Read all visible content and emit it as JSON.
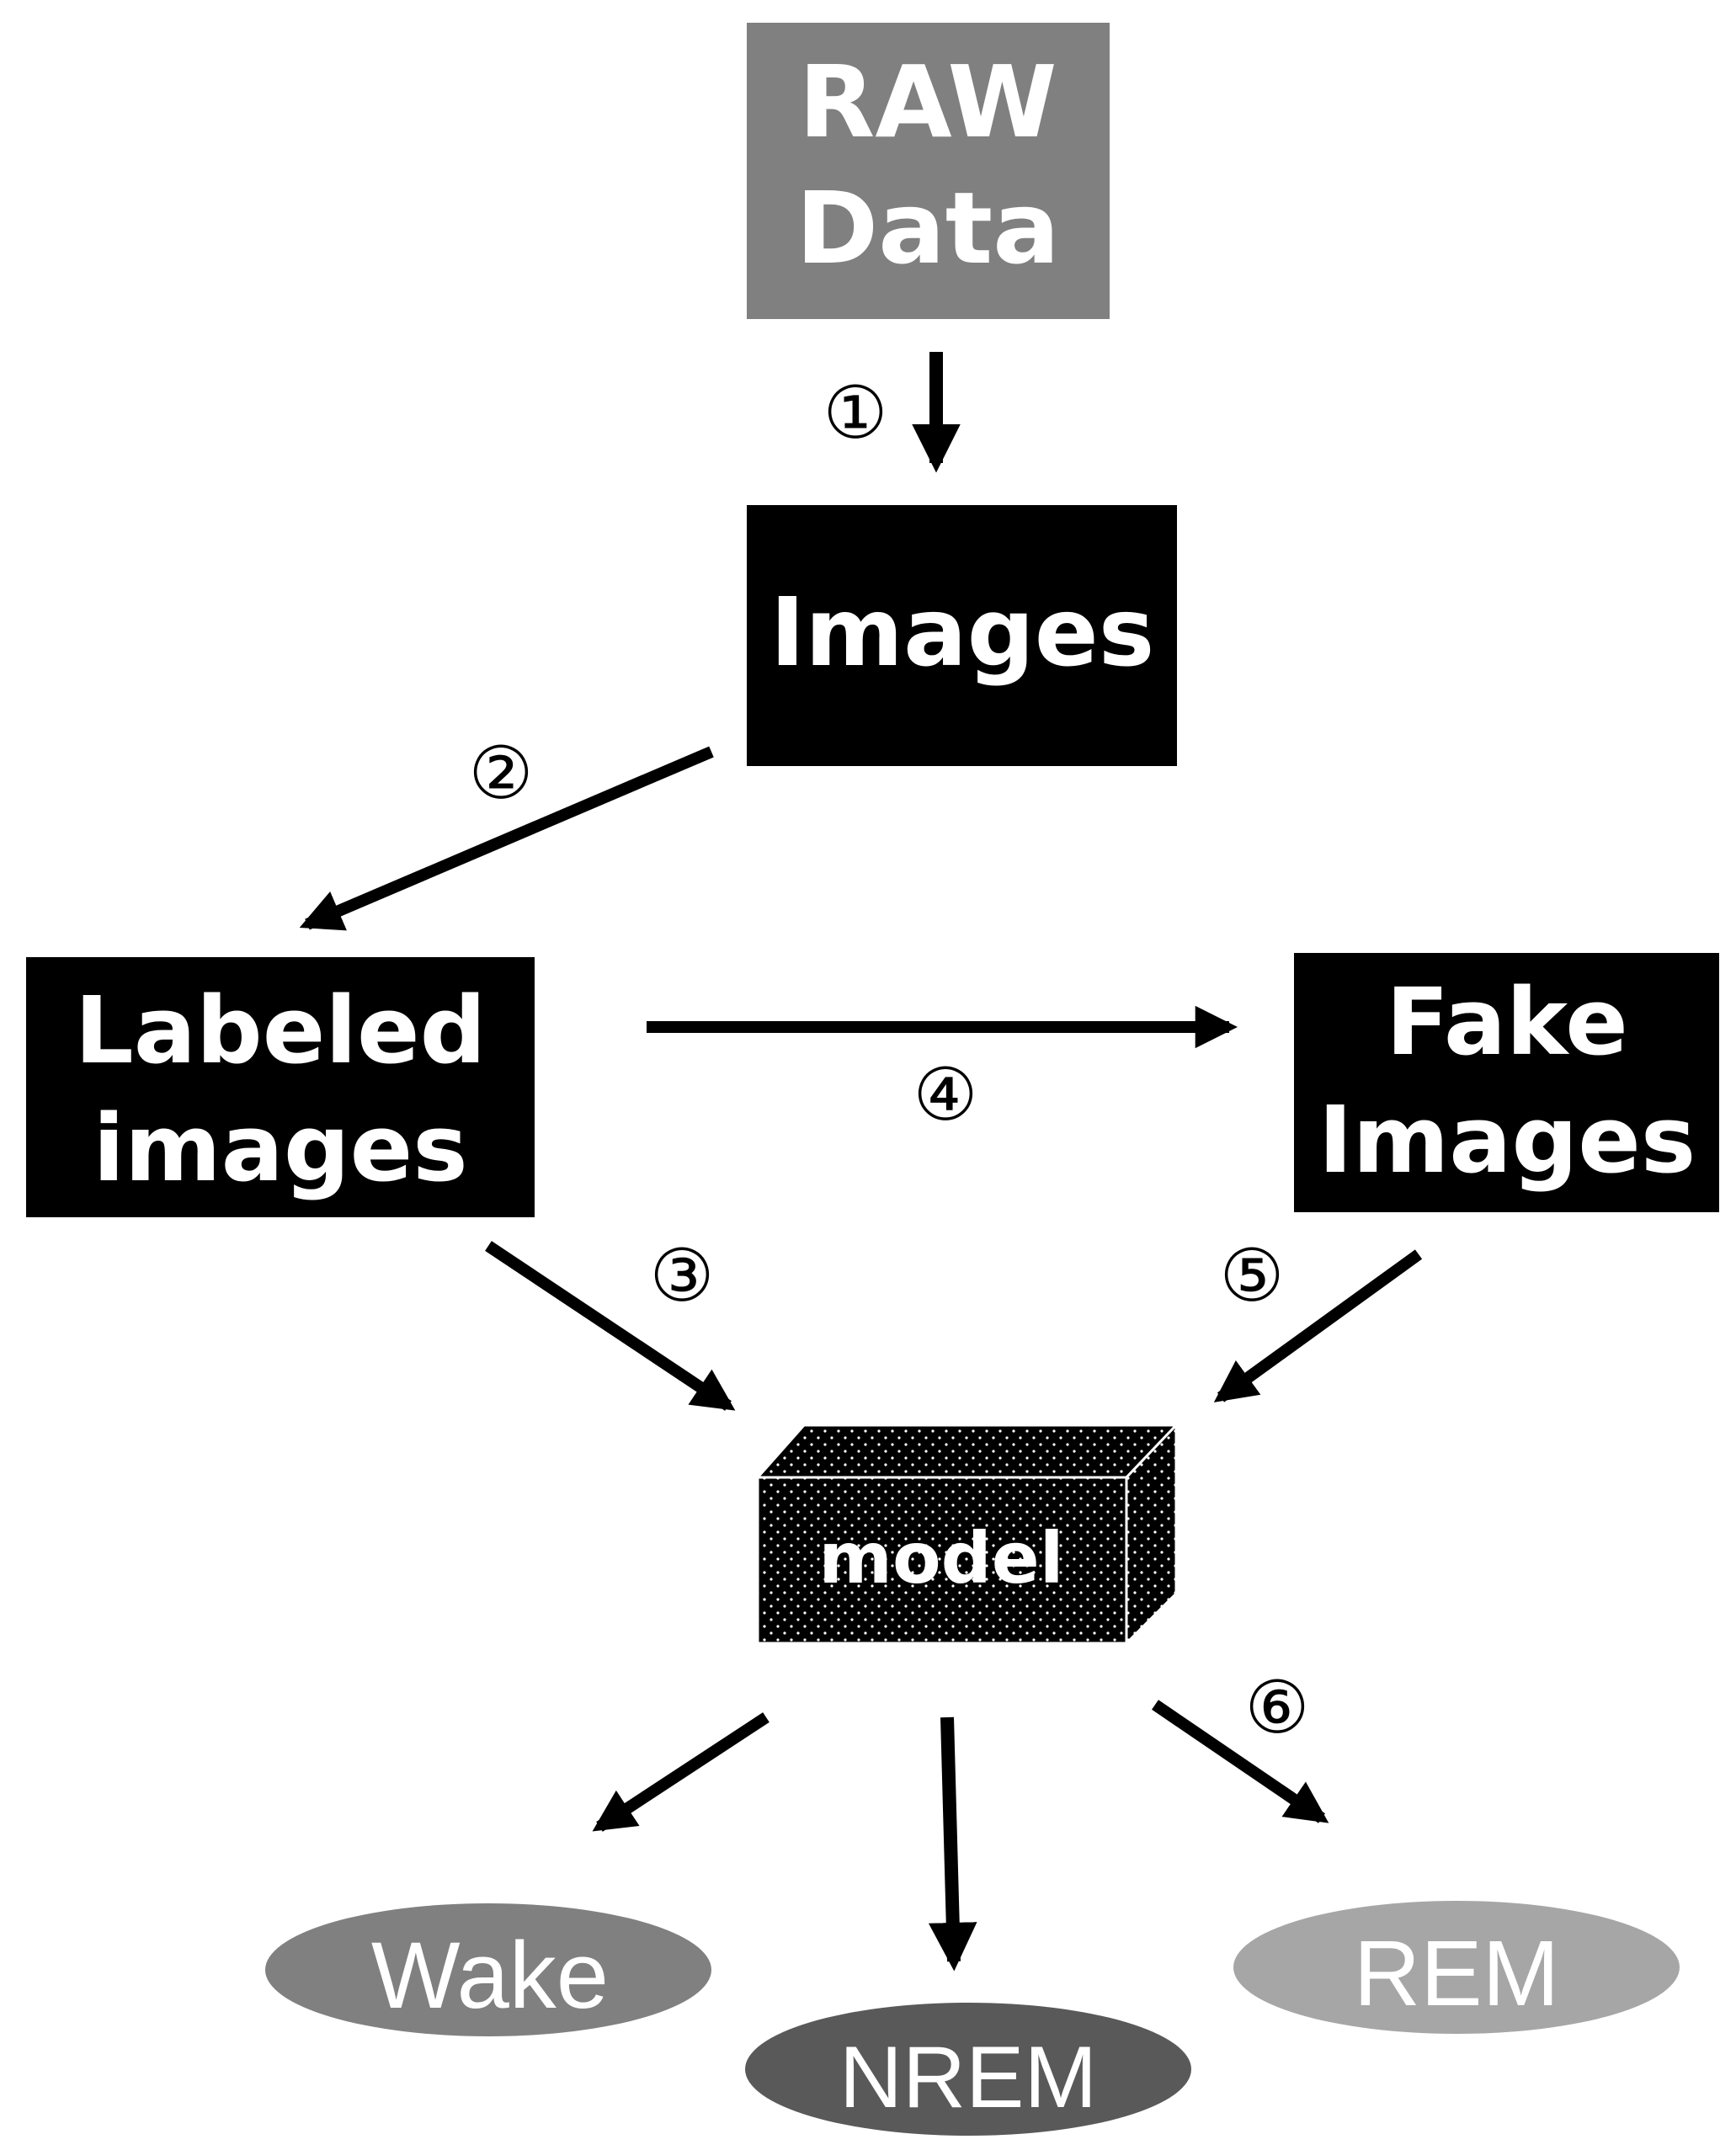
{
  "nodes": {
    "raw_data": {
      "line1": "RAW",
      "line2": "Data",
      "color": "#808080"
    },
    "images": {
      "label": "Images",
      "color": "#000000"
    },
    "labeled_images": {
      "line1": "Labeled",
      "line2": "images",
      "color": "#000000"
    },
    "fake_images": {
      "line1": "Fake",
      "line2": "Images",
      "color": "#000000"
    },
    "model": {
      "label": "model",
      "color": "#000000"
    },
    "wake": {
      "label": "Wake",
      "color": "#808080"
    },
    "nrem": {
      "label": "NREM",
      "color": "#595959"
    },
    "rem": {
      "label": "REM",
      "color": "#a6a6a6"
    }
  },
  "steps": [
    "①",
    "②",
    "③",
    "④",
    "⑤",
    "⑥"
  ]
}
